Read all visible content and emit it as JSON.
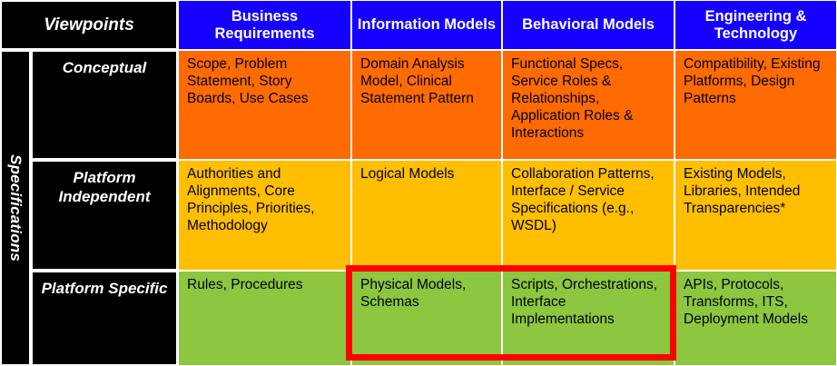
{
  "matrix": {
    "corner_label": "Viewpoints",
    "spine_label": "Specifications",
    "columns": [
      {
        "id": "business-requirements",
        "label": "Business Requirements"
      },
      {
        "id": "information-models",
        "label": "Information Models"
      },
      {
        "id": "behavioral-models",
        "label": "Behavioral Models"
      },
      {
        "id": "engineering-technology",
        "label": "Engineering & Technology"
      }
    ],
    "rows": [
      {
        "id": "conceptual",
        "label": "Conceptual",
        "band_color": "#ff6b00",
        "cells": [
          "Scope, Problem Statement, Story Boards, Use Cases",
          "Domain Analysis Model, Clinical Statement Pattern",
          "Functional Specs, Service Roles & Relationships, Application Roles & Interactions",
          "Compatibility, Existing Platforms, Design Patterns"
        ]
      },
      {
        "id": "platform-independent",
        "label": "Platform Independent",
        "band_color": "#ffbf00",
        "cells": [
          "Authorities and Alignments,  Core Principles, Priorities, Methodology",
          "Logical Models",
          "Collaboration Patterns, Interface / Service Specifications (e.g., WSDL)",
          "Existing Models, Libraries, Intended Transparencies*"
        ]
      },
      {
        "id": "platform-specific",
        "label": "Platform Specific",
        "band_color": "#8dc63f",
        "cells": [
          "Rules, Procedures",
          "Physical Models, Schemas",
          "Scripts, Orchestrations, Interface Implementations",
          "APIs, Protocols, Transforms, ITS, Deployment Models"
        ]
      }
    ],
    "highlight": {
      "color": "#ff0000",
      "covers_row": "platform-specific",
      "covers_columns": [
        "information-models",
        "behavioral-models"
      ]
    },
    "colors": {
      "header_blue": "#1500ff",
      "label_black": "#000000",
      "conceptual_orange": "#ff6b00",
      "independent_amber": "#ffbf00",
      "specific_green": "#8dc63f",
      "highlight_red": "#ff0000",
      "grid_white": "#ffffff"
    }
  }
}
